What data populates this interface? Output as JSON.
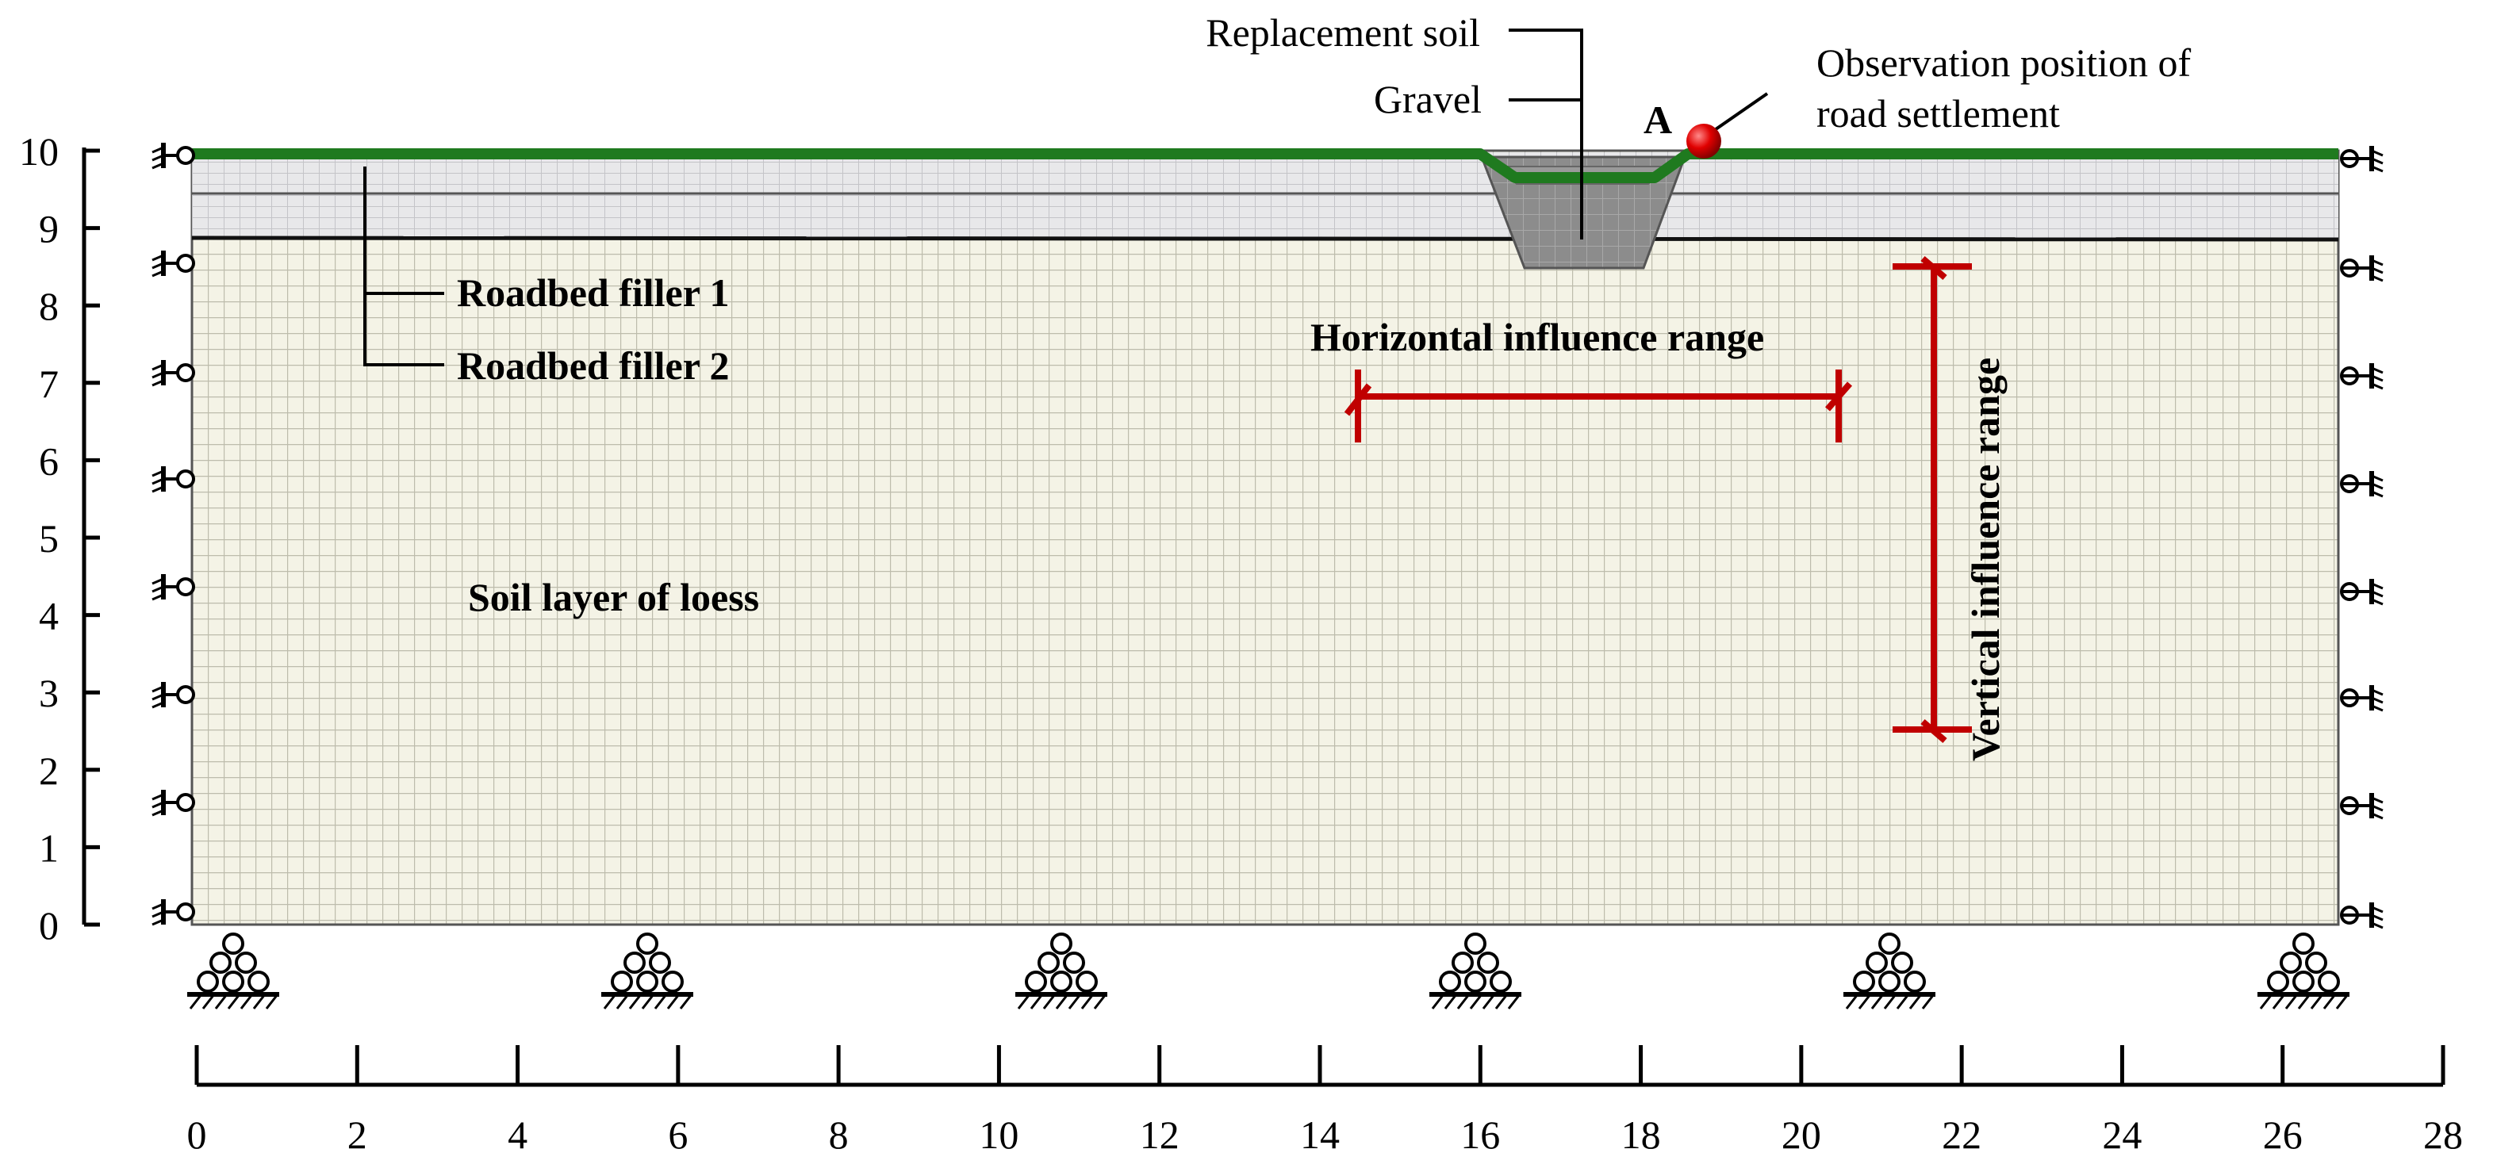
{
  "diagram": {
    "y_axis": {
      "ticks": [
        "0",
        "1",
        "2",
        "3",
        "4",
        "5",
        "6",
        "7",
        "8",
        "9",
        "10"
      ]
    },
    "x_axis": {
      "ticks": [
        "0",
        "2",
        "4",
        "6",
        "8",
        "10",
        "12",
        "14",
        "16",
        "18",
        "20",
        "22",
        "24",
        "26",
        "28"
      ]
    },
    "labels": {
      "replacement_soil": "Replacement soil",
      "gravel": "Gravel",
      "point_a": "A",
      "observation_line1": "Observation position of",
      "observation_line2": "road settlement",
      "roadbed_filler_1": "Roadbed filler 1",
      "roadbed_filler_2": "Roadbed filler 2",
      "horizontal_influence": "Horizontal influence range",
      "vertical_influence": "Vertical influence range",
      "soil_layer": "Soil layer of loess"
    },
    "colors": {
      "road_surface": "#1f7a1f",
      "annotation_red": "#c00000",
      "point_red": "#e00000",
      "mesh_fill": "#f4f3e6",
      "mesh_line": "#bdbcac",
      "filler_fill": "#e8e8ea",
      "gravel_fill": "#8c8c8c"
    }
  }
}
